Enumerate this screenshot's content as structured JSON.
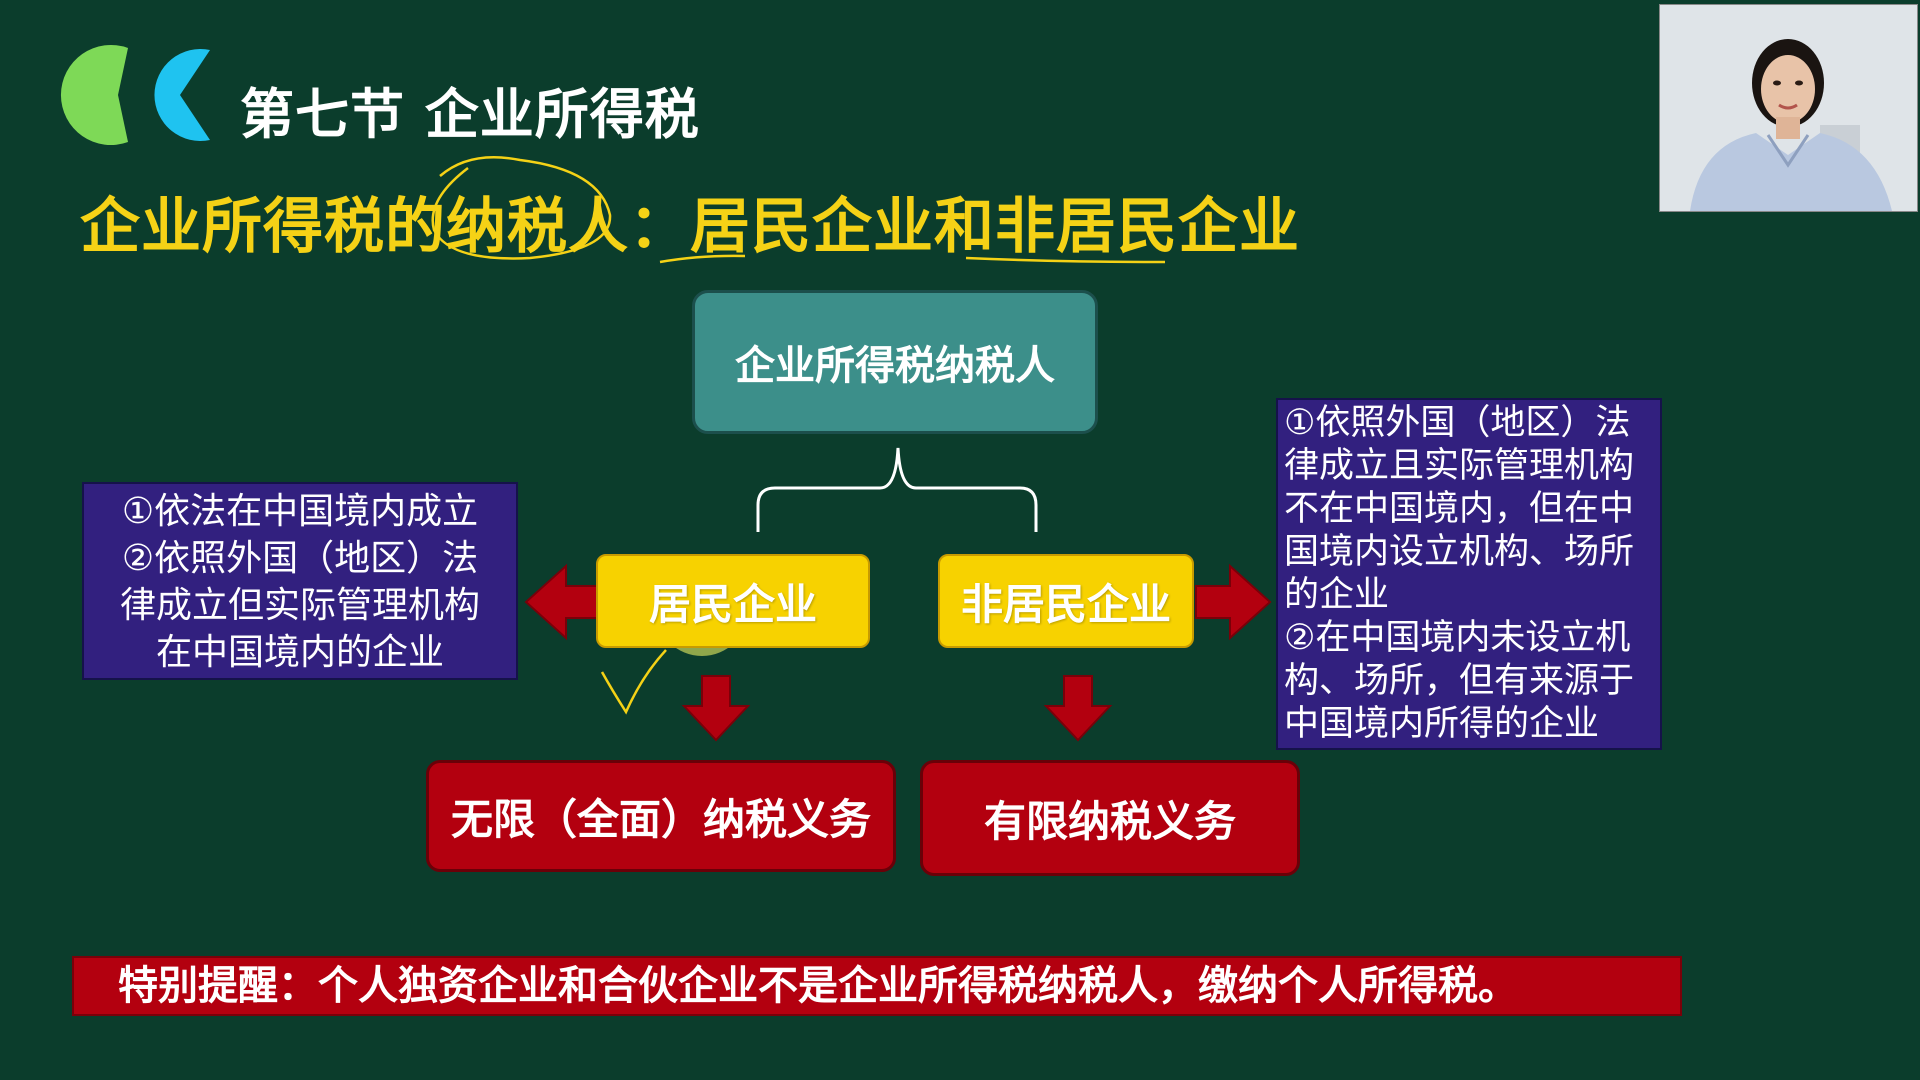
{
  "header": {
    "section_title": "第七节 企业所得税",
    "main_title": "企业所得税的纳税人：居民企业和非居民企业"
  },
  "diagram": {
    "root": "企业所得税纳税人",
    "resident": "居民企业",
    "nonresident": "非居民企业",
    "resident_obligation": "无限（全面）纳税义务",
    "nonresident_obligation": "有限纳税义务",
    "resident_desc": [
      "①依法在中国境内成立",
      "②依照外国（地区）法",
      "律成立但实际管理机构",
      "在中国境内的企业"
    ],
    "nonresident_desc": [
      "①依照外国（地区）法",
      "律成立且实际管理机构",
      "不在中国境内，但在中",
      "国境内设立机构、场所",
      "的企业",
      "②在中国境内未设立机",
      "构、场所，但有来源于",
      "中国境内所得的企业"
    ]
  },
  "reminder": "特别提醒：个人独资企业和合伙企业不是企业所得税纳税人，缴纳个人所得税。",
  "colors": {
    "background": "#0b3d2c",
    "title_yellow": "#f5d216",
    "teal_box": "#3c8f8a",
    "yellow_box": "#f7d200",
    "red_box": "#b3000f",
    "purple_box": "#32207f",
    "logo_green": "#7ed957",
    "logo_blue": "#1fc3f0"
  }
}
